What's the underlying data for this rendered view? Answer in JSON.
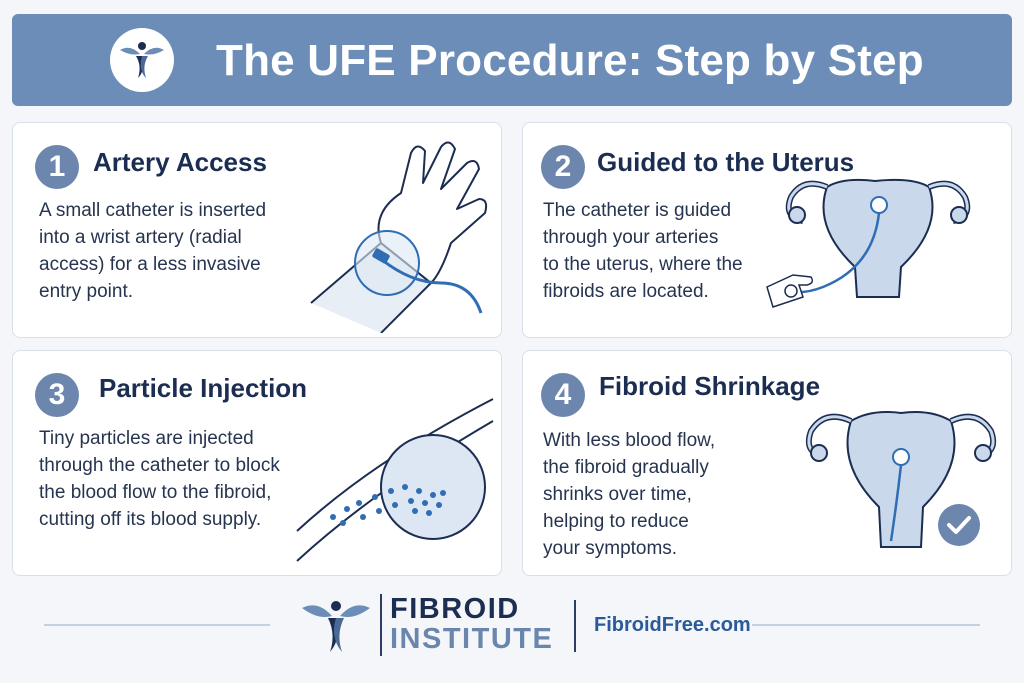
{
  "header": {
    "title": "The UFE Procedure: Step by Step"
  },
  "steps": [
    {
      "number": "1",
      "title": "Artery Access",
      "lines": [
        "A small catheter is inserted",
        "into a wrist artery (radial",
        "access) for a less invasive",
        "entry point."
      ]
    },
    {
      "number": "2",
      "title": "Guided to the Uterus",
      "lines": [
        "The catheter is guided",
        "through your arteries",
        "to the uterus, where the",
        "fibroids are located."
      ]
    },
    {
      "number": "3",
      "title": "Particle Injection",
      "lines": [
        "Tiny particles are injected",
        "through the catheter to block",
        "the blood flow to the fibroid,",
        "cutting off its blood supply."
      ]
    },
    {
      "number": "4",
      "title": "Fibroid Shrinkage",
      "lines": [
        "With less blood flow,",
        "the fibroid gradually",
        "shrinks over time,",
        "helping to reduce",
        "your symptoms."
      ]
    }
  ],
  "footer": {
    "brand_line1": "FIBROID",
    "brand_line2": "INSTITUTE",
    "url": "FibroidFree.com"
  },
  "colors": {
    "header_bg": "#6c8db7",
    "accent_blue": "#2f6db5",
    "navy": "#1c2d52",
    "badge": "#6d86ad"
  }
}
